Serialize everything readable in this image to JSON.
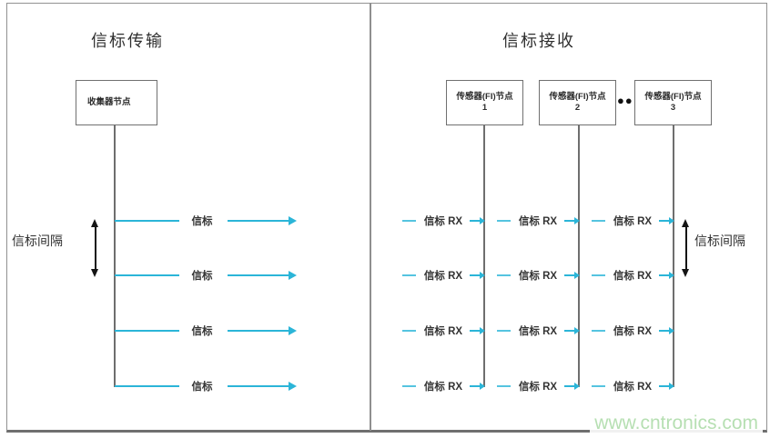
{
  "diagram": {
    "left_panel": {
      "title": "信标传输",
      "collector_node_label": "收集器节点",
      "beacon_label": "信标",
      "interval_label": "信标间隔"
    },
    "right_panel": {
      "title": "信标接收",
      "sensor_node_label": "传感器(FI)节点",
      "node_numbers": [
        "1",
        "2",
        "3"
      ],
      "rx_label": "信标 RX",
      "interval_label": "信标间隔",
      "ellipsis": "●●"
    },
    "watermark": "www.cntronics.com",
    "colors": {
      "beacon_cyan": "#2bb5d8",
      "line_gray": "#6e6e6e",
      "text_dark": "#3a3a3a",
      "watermark_green": "#b6dfb2"
    }
  }
}
